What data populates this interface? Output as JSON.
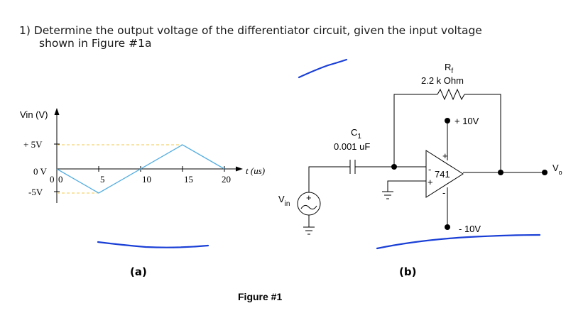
{
  "question": {
    "line1": "1) Determine the output voltage of the differentiator circuit, given the input voltage",
    "line2": "shown in Figure #1a"
  },
  "graph": {
    "y_axis_label": "Vin (V)",
    "y_tick_pos": "+ 5V",
    "y_tick_zero": "0 V",
    "y_tick_neg": "-5V",
    "x_axis_label": "t (us)",
    "x_ticks": [
      "0",
      "0",
      "5",
      "10",
      "15",
      "20"
    ],
    "waveform": {
      "t_us": [
        0,
        5,
        15,
        20
      ],
      "v_volts": [
        0,
        -5,
        5,
        0
      ]
    },
    "caption": "(a)"
  },
  "circuit": {
    "rf_label_main": "R",
    "rf_label_sub": "f",
    "rf_value": "2.2 k Ohm",
    "c1_label_main": "C",
    "c1_label_sub": "1",
    "c1_value": "0.001 uF",
    "opamp_label": "741",
    "plus_sign": "+",
    "minus_sign": "-",
    "vpos_supply": "+ 10V",
    "vneg_supply": "- 10V",
    "vin_main": "V",
    "vin_sub": "in",
    "vout_main": "V",
    "vout_sub": "o",
    "caption": "(b)"
  },
  "figure_label": "Figure #1",
  "colors": {
    "waveform": "#55aee0",
    "dashed_guides": "#f2c94c",
    "ink": "#000000",
    "pen_annotation": "#1a3fd6"
  }
}
